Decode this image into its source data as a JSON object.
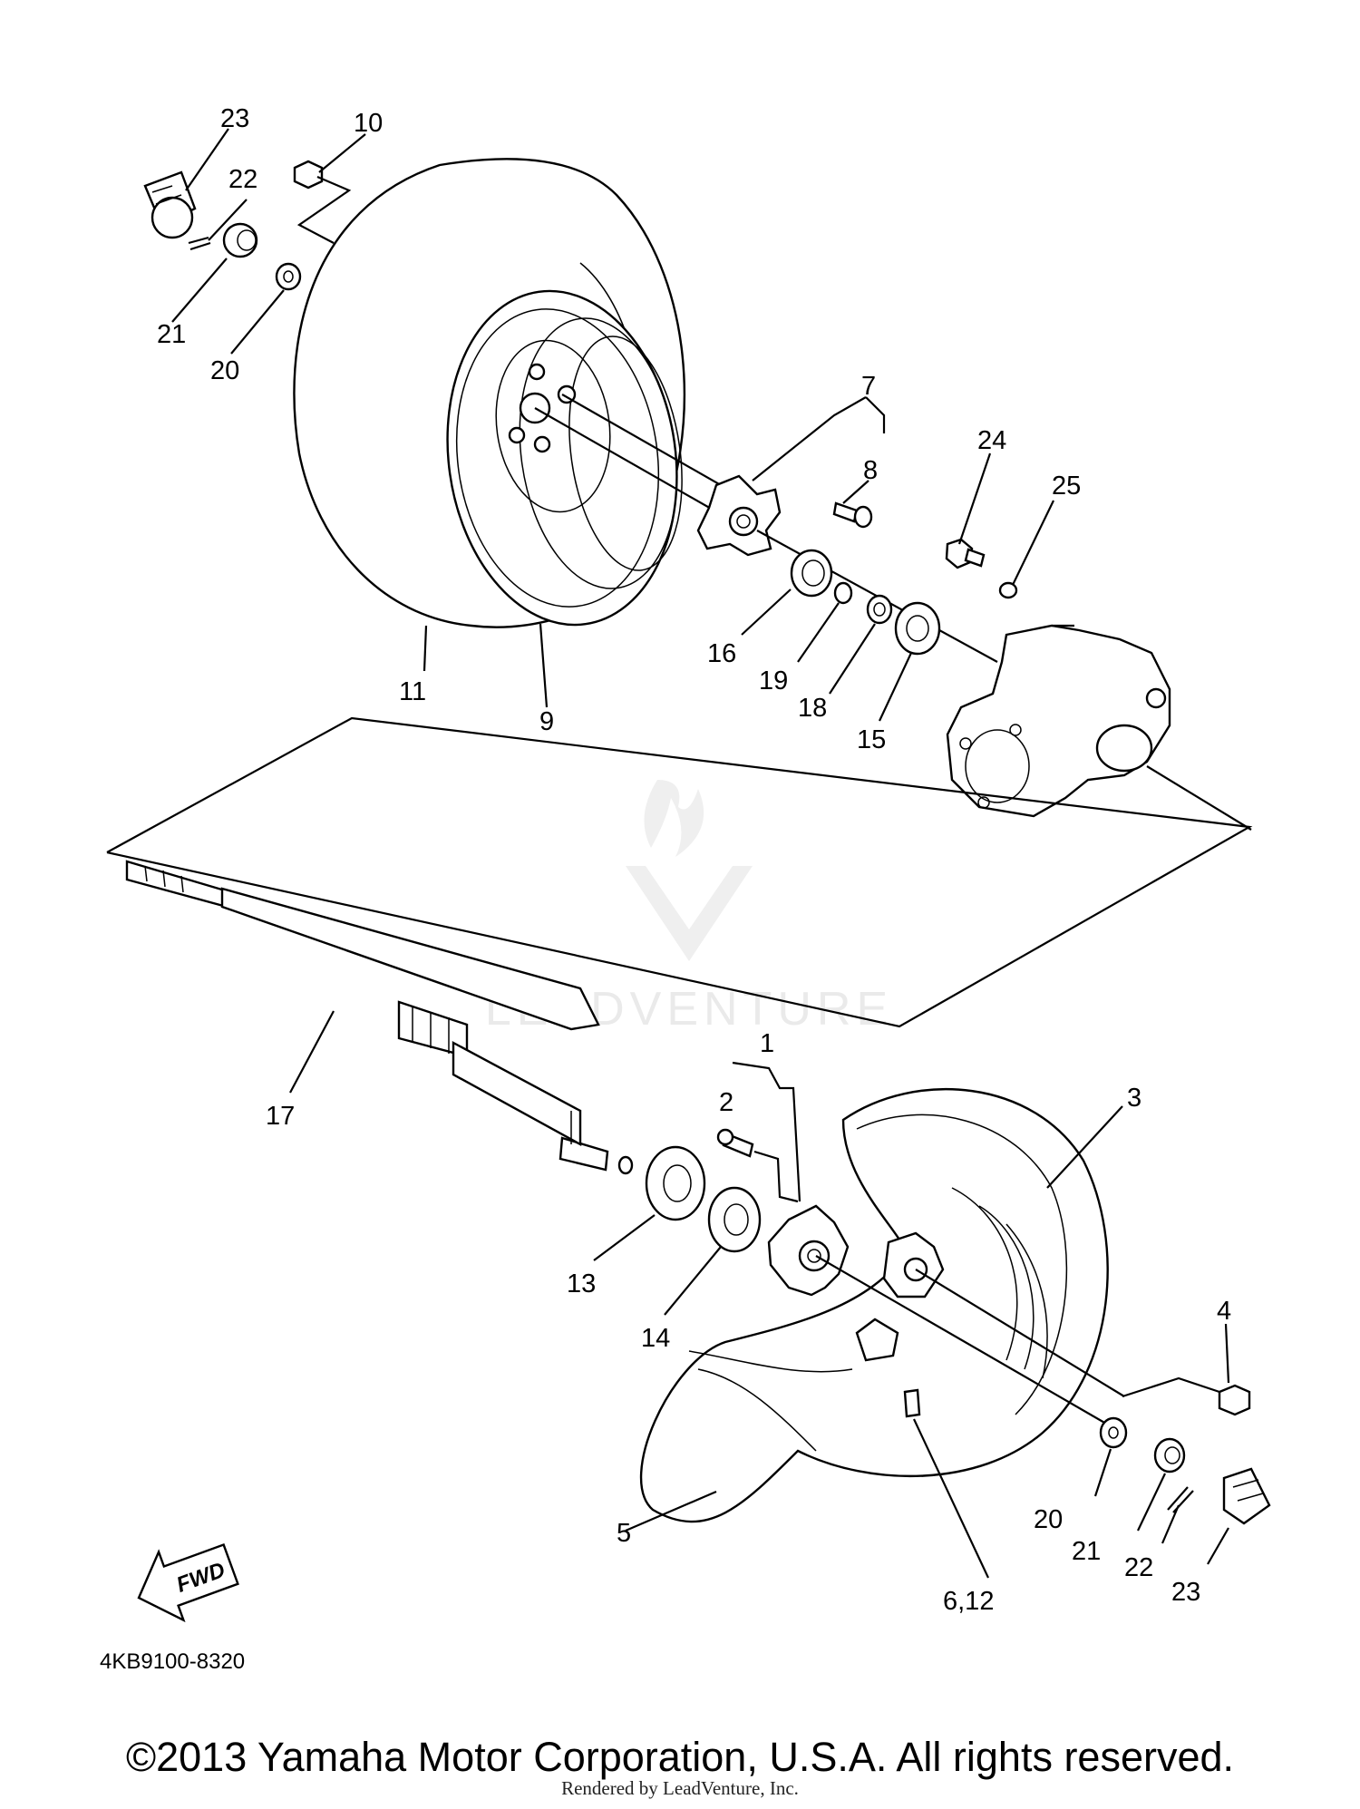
{
  "callouts": [
    {
      "label": "23"
    },
    {
      "label": "10"
    },
    {
      "label": "22"
    },
    {
      "label": "21"
    },
    {
      "label": "20"
    },
    {
      "label": "7"
    },
    {
      "label": "8"
    },
    {
      "label": "24"
    },
    {
      "label": "25"
    },
    {
      "label": "16"
    },
    {
      "label": "19"
    },
    {
      "label": "18"
    },
    {
      "label": "15"
    },
    {
      "label": "11"
    },
    {
      "label": "9"
    },
    {
      "label": "17"
    },
    {
      "label": "1"
    },
    {
      "label": "2"
    },
    {
      "label": "3"
    },
    {
      "label": "13"
    },
    {
      "label": "14"
    },
    {
      "label": "4"
    },
    {
      "label": "20"
    },
    {
      "label": "21"
    },
    {
      "label": "22"
    },
    {
      "label": "23"
    },
    {
      "label": "5"
    },
    {
      "label": "6,12"
    }
  ],
  "fwd_label": "FWD",
  "diagram_code": "4KB9100-8320",
  "watermark": "LEADVENTURE",
  "copyright": "©2013 Yamaha Motor Corporation, U.S.A. All rights reserved.",
  "rendered_by": "Rendered by LeadVenture, Inc."
}
